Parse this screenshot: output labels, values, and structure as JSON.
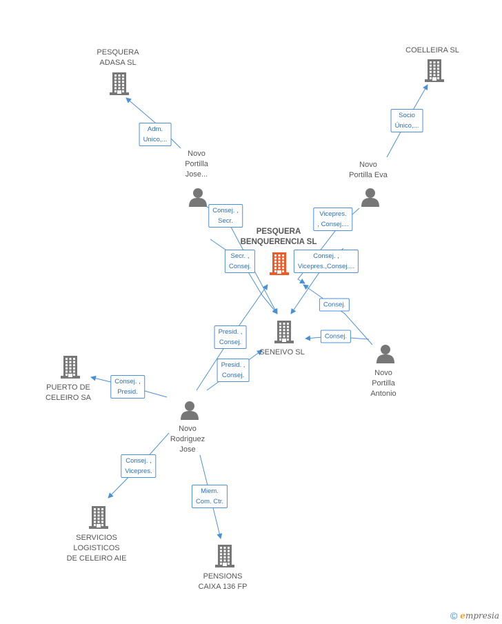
{
  "colors": {
    "edge": "#4a90d9",
    "node": "#777777",
    "main_node": "#f05a28"
  },
  "nodes": [
    {
      "id": "pesquera-adasa",
      "type": "company",
      "label": [
        "PESQUERA",
        "ADASA  SL"
      ]
    },
    {
      "id": "coelleira",
      "type": "company",
      "label": [
        "COELLEIRA SL"
      ]
    },
    {
      "id": "novo-portilla-jose",
      "type": "person",
      "label": [
        "Novo",
        "Portilla",
        "Jose..."
      ]
    },
    {
      "id": "novo-portilla-eva",
      "type": "person",
      "label": [
        "Novo",
        "Portilla Eva"
      ]
    },
    {
      "id": "pesquera-benquerencia",
      "type": "company-main",
      "label": [
        "PESQUERA",
        "BENQUERENCIA SL"
      ]
    },
    {
      "id": "seneivo",
      "type": "company",
      "label": [
        "SENEIVO SL"
      ]
    },
    {
      "id": "novo-portilla-antonio",
      "type": "person",
      "label": [
        "Novo",
        "Portilla",
        "Antonio"
      ]
    },
    {
      "id": "puerto-celeiro",
      "type": "company",
      "label": [
        "PUERTO DE",
        "CELEIRO SA"
      ]
    },
    {
      "id": "novo-rodriguez-jose",
      "type": "person",
      "label": [
        "Novo",
        "Rodriguez",
        "Jose"
      ]
    },
    {
      "id": "servicios-logisticos",
      "type": "company",
      "label": [
        "SERVICIOS",
        "LOGISTICOS",
        "DE CELEIRO AIE"
      ]
    },
    {
      "id": "pensions-caixa",
      "type": "company",
      "label": [
        "PENSIONS",
        "CAIXA 136 FP"
      ]
    }
  ],
  "edges": [
    {
      "id": "e1",
      "label": [
        "Adm.",
        "Unico,..."
      ]
    },
    {
      "id": "e2",
      "label": [
        "Socio",
        "Único,..."
      ]
    },
    {
      "id": "e3",
      "label": [
        "Consej. ,",
        "Secr."
      ]
    },
    {
      "id": "e4",
      "label": [
        "Vicepres.",
        ", Consej...."
      ]
    },
    {
      "id": "e5",
      "label": [
        "Secr. ,",
        "Consej."
      ]
    },
    {
      "id": "e6",
      "label": [
        "Consej. ,",
        "Vicepres.,Consej...."
      ]
    },
    {
      "id": "e7",
      "label": [
        "Consej."
      ]
    },
    {
      "id": "e8",
      "label": [
        "Consej."
      ]
    },
    {
      "id": "e9",
      "label": [
        "Presid. ,",
        "Consej."
      ]
    },
    {
      "id": "e10",
      "label": [
        "Presid. ,",
        "Consej."
      ]
    },
    {
      "id": "e11",
      "label": [
        "Consej. ,",
        "Presid."
      ]
    },
    {
      "id": "e12",
      "label": [
        "Consej. ,",
        "Vicepres."
      ]
    },
    {
      "id": "e13",
      "label": [
        "Miem.",
        "Com. Ctr."
      ]
    }
  ],
  "footer": {
    "copyright": "©",
    "brand_initial": "e",
    "brand_rest": "mpresia"
  }
}
